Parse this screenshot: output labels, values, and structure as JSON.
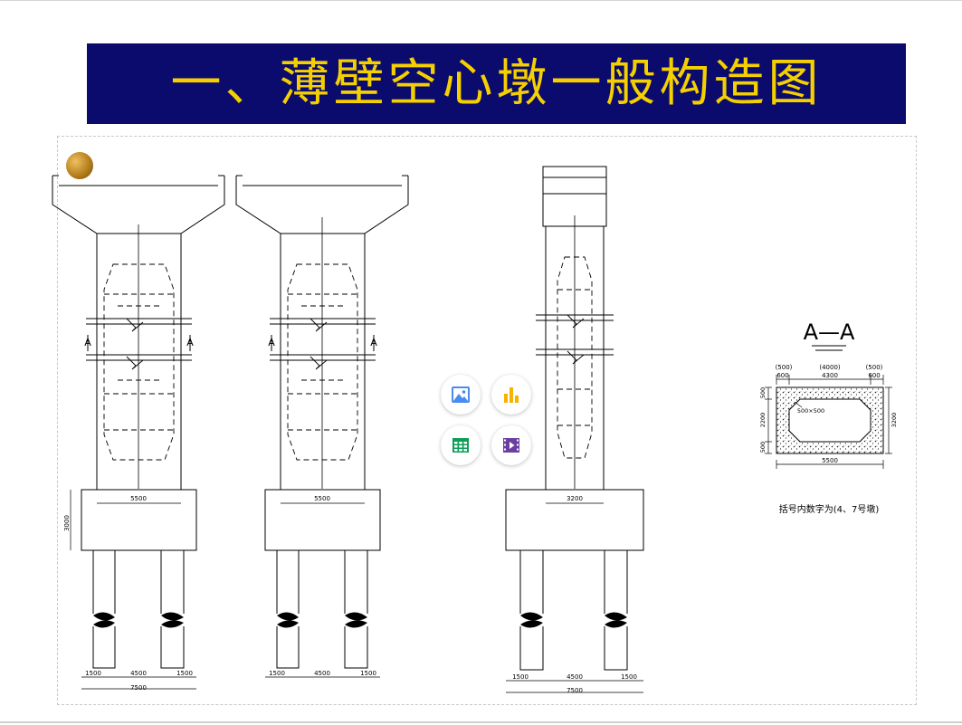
{
  "slide": {
    "title": "一、薄壁空心墩一般构造图"
  },
  "drawing": {
    "section_mark": "A",
    "section_title": "A—A",
    "pier1": {
      "shaft_width": "5500",
      "cap_height": "3000",
      "pile_left": "1500",
      "pile_mid": "4500",
      "pile_right": "1500",
      "footing_width": "7500"
    },
    "pier2": {
      "shaft_width": "5500",
      "pile_left": "1500",
      "pile_mid": "4500",
      "pile_right": "1500"
    },
    "pier3": {
      "shaft_width": "3200",
      "pile_left": "1500",
      "pile_mid": "4500",
      "pile_right": "1500",
      "footing_width": "7500"
    },
    "section": {
      "top_left_paren": "(500)",
      "top_mid_paren": "(4000)",
      "top_right_paren": "(500)",
      "top_left": "600",
      "top_mid": "4300",
      "top_right": "600",
      "side_top": "500",
      "side_mid": "2200",
      "side_bottom": "500",
      "side_total": "3200",
      "chamfer": "500×500",
      "bottom_width": "5500",
      "note": "括号内数字为(4、7号墩)"
    }
  },
  "toolbar": {
    "icons": [
      "image-icon",
      "chart-icon",
      "table-icon",
      "video-icon"
    ]
  },
  "colors": {
    "banner": "#0b0b6e",
    "title": "#f5d000",
    "icon_image": "#4a8bef",
    "icon_chart": "#f4b400",
    "icon_table": "#0f9d58",
    "icon_video": "#6b3fa0"
  }
}
